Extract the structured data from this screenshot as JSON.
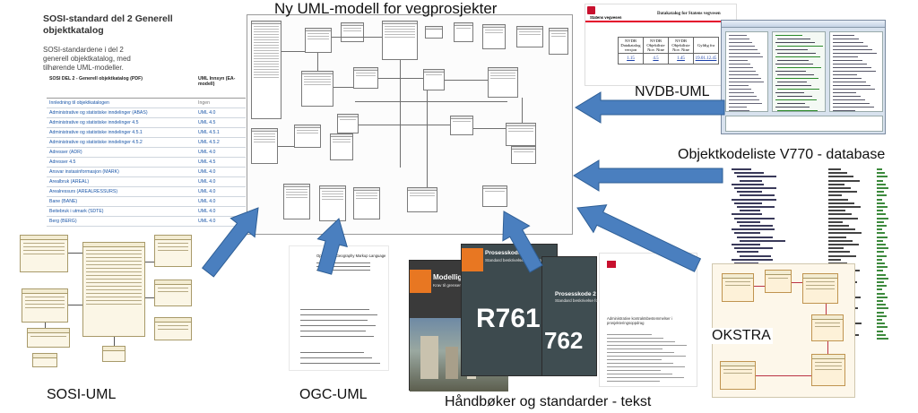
{
  "labels": {
    "model_title": "Ny UML-modell for vegprosjekter",
    "nvdb": "NVDB-UML",
    "objektkodeliste": "Objektkodeliste V770 - database",
    "sosi": "SOSI-UML",
    "ogc": "OGC-UML",
    "okstra": "OKSTRA",
    "handboker": "Håndbøker og standarder - tekst"
  },
  "sosi_catalog": {
    "title": "SOSI-standard del 2 Generell objektkatalog",
    "description": "SOSI-standardene i del 2 generell objektkatalog, med tilhørende UML-modeller.",
    "col1": "SOSI DEL 2 - Generell objektkatalog (PDF)",
    "col2": "UML Innsyn (EA-modell)",
    "rows": [
      {
        "name": "Innledning til objektkatalogen",
        "uml": "Ingen"
      },
      {
        "name": "Administrative og statistiske inndelinger (ABAS)",
        "uml": "UML 4.0"
      },
      {
        "name": "Administrative og statistiske inndelinger 4.5",
        "uml": "UML 4.5"
      },
      {
        "name": "Administrative og statistiske inndelinger 4.5.1",
        "uml": "UML 4.5.1"
      },
      {
        "name": "Administrative og statistiske inndelinger 4.5.2",
        "uml": "UML 4.5.2"
      },
      {
        "name": "Adresser (ADR)",
        "uml": "UML 4.0"
      },
      {
        "name": "Adresser 4.5",
        "uml": "UML 4.5"
      },
      {
        "name": "Ansvar instasinformasjon (MARK)",
        "uml": "UML 4.0"
      },
      {
        "name": "Arealbruk (AREAL)",
        "uml": "UML 4.0"
      },
      {
        "name": "Arealressurs (AREALRESSURS)",
        "uml": "UML 4.0"
      },
      {
        "name": "Bane (BANE)",
        "uml": "UML 4.0"
      },
      {
        "name": "Beitebruk i utmark (SDTE)",
        "uml": "UML 4.0"
      },
      {
        "name": "Berg (BERG)",
        "uml": "UML 4.0"
      }
    ]
  },
  "nvdb_web": {
    "org": "Statens vegvesen",
    "catalog_title": "Datakatalog for Statens vegvesen",
    "headers": [
      "NVDB Datakatalog versjon",
      "NVDB Objektliste Nov. Nine",
      "NVDB Objektliste Nov. Nine",
      "Gyldig fra"
    ],
    "values": [
      "1.15",
      "4.5",
      "1.45",
      "19.01.12.45"
    ]
  },
  "books": [
    {
      "title": "Modelligging",
      "subtitle": "Krav til grenser",
      "number": ""
    },
    {
      "title": "Prosesskode 1",
      "subtitle": "Standard beskrivelse for vegkontrakter",
      "number": "R761"
    },
    {
      "title": "Prosesskode 2",
      "subtitle": "Standard beskrivelse for bruer",
      "number": "762"
    }
  ],
  "tekst_doc": {
    "heading": "Administrative kontraktsbestemmelser i prosjekteringsoppdrag"
  },
  "ogc_doc": {
    "title": "OpenGIS® Geography Markup Language"
  },
  "colors": {
    "arrow": "#4a7fbf",
    "arrow_edge": "#2f5f96",
    "book_orange": "#e87722"
  },
  "icons": {
    "arrow": "arrow-icon"
  }
}
